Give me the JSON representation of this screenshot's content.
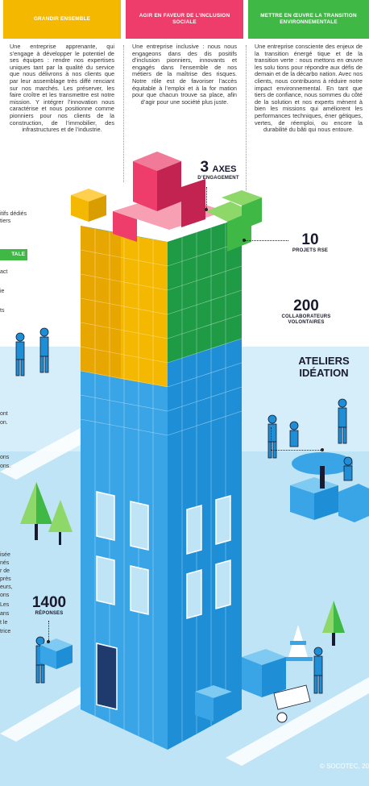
{
  "columns": [
    {
      "title": "GRANDIR ENSEMBLE",
      "color": "#f5b800",
      "text": "Une entreprise apprenante, qui s’engage à développer le potentiel de ses équipes : rendre nos expertises uniques tant par la qualité du service que nous délivrons à nos clients que par leur assemblage très diffé renciant sur nos marchés. Les préserver, les faire croître et les transmettre est notre mission. Y intégrer l’innovation nous caractérise et nous positionne comme pionniers pour nos clients de la construction, de l’immobilier, des infrastructures et de l’industrie."
    },
    {
      "title": "AGIR EN FAVEUR DE L’INCLUSION SOCIALE",
      "color": "#ee3d6a",
      "text": "Une entreprise inclusive : nous nous engageons dans des dis positifs d’inclusion pionniers, innovants et engagés dans l’ensemble de nos métiers de la maîtrise des risques. Notre rôle est de favoriser l’accès équitable à l’emploi et à la for mation pour que chacun trouve sa place, afin d’agir pour une société plus juste."
    },
    {
      "title": "METTRE EN ŒUVRE LA TRANSITION ENVIRONNEMENTALE",
      "color": "#3fb845",
      "text": "Une entreprise consciente des enjeux de la transition énergé tique et de la transition verte : nous mettons en œuvre les solu tions pour répondre aux défis de demain et de la décarbo nation. Avec nos clients, nous contribuons à réduire notre impact environnemental. En tant que tiers de confiance, nous sommes du côté de la solution et nos experts mènent à bien les missions qui améliorent les performances techniques, éner gétiques, vertes, de réemploi, ou encore la durabilité du bâti qui nous entoure."
    }
  ],
  "left_fragments": {
    "f1": "itifs dédiés",
    "f2": "tiers",
    "tag": "TALE",
    "f3": "act",
    "f4": "ie",
    "f5": "ts",
    "f6": "ont",
    "f7": "on.",
    "f8": "ons",
    "f9": "ons.",
    "f10": "isée",
    "f11": "nés",
    "f12": "r de",
    "f13": "près",
    "f14": "eurs,",
    "f15": "ons",
    "f16": "Les",
    "f17": "ans",
    "f18": "t le",
    "f19": "trice"
  },
  "stats": {
    "axes_num": "3",
    "axes_word": "AXES",
    "axes_label": "D’ENGAGEMENT",
    "rse_num": "10",
    "rse_label": "PROJETS RSE",
    "collab_num": "200",
    "collab_label1": "COLLABORATEURS",
    "collab_label2": "VOLONTAIRES",
    "ateliers1": "ATELIERS",
    "ateliers2": "IDÉATION",
    "rep_num": "1400",
    "rep_label": "RÉPONSES"
  },
  "copyright": "© SOCOTEC, 20",
  "palette": {
    "yellow": "#f5b800",
    "pink": "#ee3d6a",
    "green": "#3fb845",
    "blue": "#2a9de0",
    "blue_light": "#3fb0ea",
    "navy": "#1a1a2e"
  }
}
